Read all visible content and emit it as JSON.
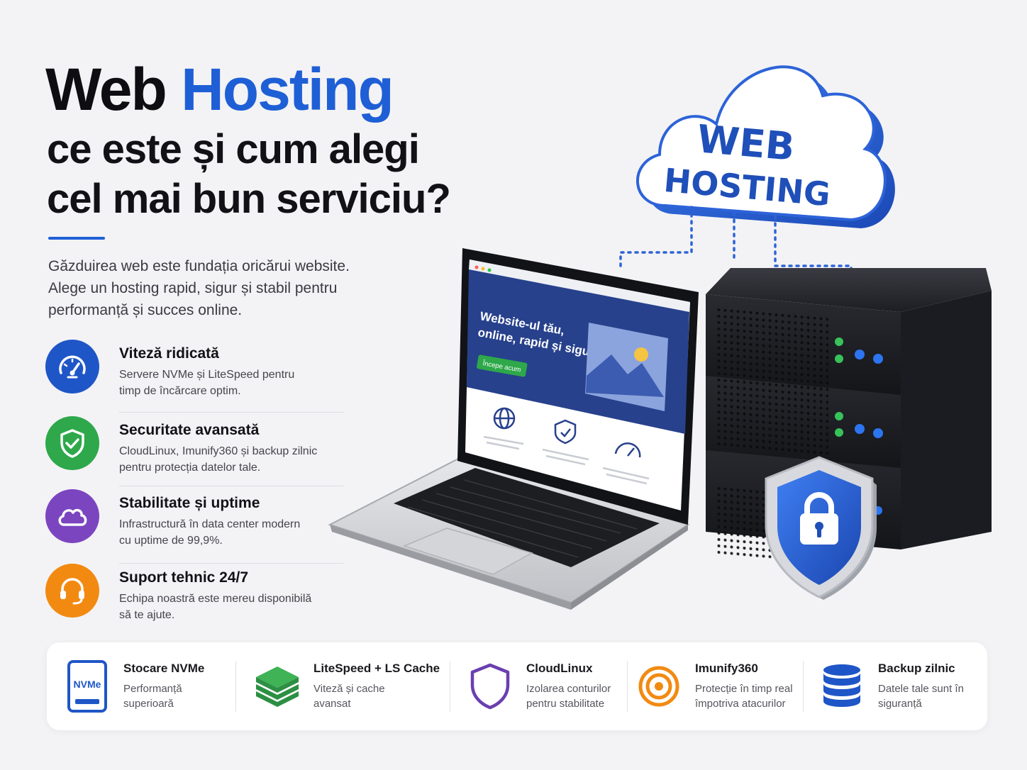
{
  "headline": {
    "word1": "Web",
    "word2": "Hosting",
    "line2": "ce este și cum alegi",
    "line3": "cel mai bun serviciu?"
  },
  "intro": [
    "Găzduirea web este fundația oricărui website.",
    "Alege un hosting rapid, sigur și stabil pentru",
    "performanță și succes online."
  ],
  "features": [
    {
      "title": "Viteză ridicată",
      "desc": [
        "Servere NVMe și LiteSpeed pentru",
        "timp de încărcare optim."
      ],
      "icon": "speedometer-icon",
      "color": "#1f56c7"
    },
    {
      "title": "Securitate avansată",
      "desc": [
        "CloudLinux, Imunify360 și backup zilnic",
        "pentru protecția datelor tale."
      ],
      "icon": "shield-check-icon",
      "color": "#2ea84a"
    },
    {
      "title": "Stabilitate și uptime",
      "desc": [
        "Infrastructură în data center modern",
        "cu uptime de 99,9%."
      ],
      "icon": "cloud-icon",
      "color": "#7b45c0"
    },
    {
      "title": "Suport tehnic 24/7",
      "desc": [
        "Echipa noastră este mereu disponibilă",
        "să te ajute."
      ],
      "icon": "headset-icon",
      "color": "#f28a12"
    }
  ],
  "illustration": {
    "cloud_line1": "WEB",
    "cloud_line2": "HOSTING",
    "screen_heading_line1": "Website-ul tău,",
    "screen_heading_line2": "online, rapid și sigur",
    "screen_button": "Începe acum",
    "icons": [
      "cloud-icon",
      "laptop-icon",
      "globe-icon",
      "shield-icon",
      "gauge-icon",
      "server-rack-icon",
      "padlock-shield-icon"
    ]
  },
  "technologies": [
    {
      "title": "Stocare NVMe",
      "desc": [
        "Performanță",
        "superioară"
      ],
      "icon": "nvme-drive-icon",
      "badge": "NVMe"
    },
    {
      "title": "LiteSpeed + LS Cache",
      "desc": [
        "Viteză și cache",
        "avansat"
      ],
      "icon": "layers-icon"
    },
    {
      "title": "CloudLinux",
      "desc": [
        "Izolarea conturilor",
        "pentru stabilitate"
      ],
      "icon": "shield-outline-icon"
    },
    {
      "title": "Imunify360",
      "desc": [
        "Protecție în timp real",
        "împotriva atacurilor"
      ],
      "icon": "target-icon"
    },
    {
      "title": "Backup zilnic",
      "desc": [
        "Datele tale sunt în",
        "siguranță"
      ],
      "icon": "database-icon"
    }
  ],
  "colors": {
    "brand_blue": "#1f5fd6",
    "green": "#2ea84a",
    "purple": "#7b45c0",
    "orange": "#f28a12",
    "background": "#f3f3f5"
  }
}
